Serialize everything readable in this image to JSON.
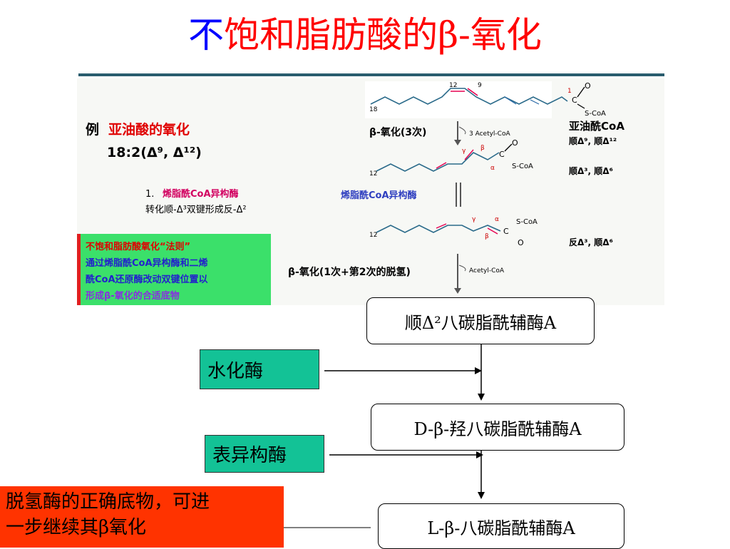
{
  "title": {
    "part1": "不",
    "part2": "饱和脂肪酸的β-氧化"
  },
  "panel": {
    "example_prefix": "例",
    "example_title": "亚油酸的氧化",
    "formula": "18:2(Δ⁹, Δ¹²)",
    "step1_num": "1.",
    "step1_enzyme": "烯脂酰CoA异构酶",
    "step1_desc": "转化顺-Δ³双键形成反-Δ²",
    "rule_heading": "不饱和脂肪酸氧化“法则”",
    "rule_line1": "通过烯脂酰CoA异构酶和二烯",
    "rule_line2": "酰CoA还原酶改动双键位置以",
    "rule_line3": "形成β-氧化的合适底物",
    "beta_ox_3": "β-氧化(3次)",
    "acetyl_3": "3 Acetyl-CoA",
    "isomerase_mid": "烯脂酰CoA异构酶",
    "beta_ox_next": "β-氧化(1次+第2次的脱氢)",
    "acetyl_1": "Acetyl-CoA",
    "linoleoyl_label": "亚油酰CoA",
    "linoleoyl_bonds": "顺Δ⁹, 顺Δ¹²",
    "mid_bonds": "顺Δ³, 顺Δ⁶",
    "bottom_bonds": "反Δ³, 顺Δ⁶",
    "scoa": "S-CoA",
    "o": "O",
    "c": "C",
    "n18": "18",
    "n12": "12",
    "n9": "9",
    "n1": "1",
    "alpha": "α",
    "beta": "β",
    "gamma": "γ"
  },
  "flow": {
    "box1": "顺Δ²八碳脂酰辅酶A",
    "box2": "D-β-羟八碳脂酰辅酶A",
    "box3": "L-β-八碳脂酰辅酶A",
    "enzyme1": "水化酶",
    "enzyme2": "表异构酶",
    "note_line1": "脱氢酶的正确底物，可进",
    "note_line2": "一步继续其β氧化"
  }
}
